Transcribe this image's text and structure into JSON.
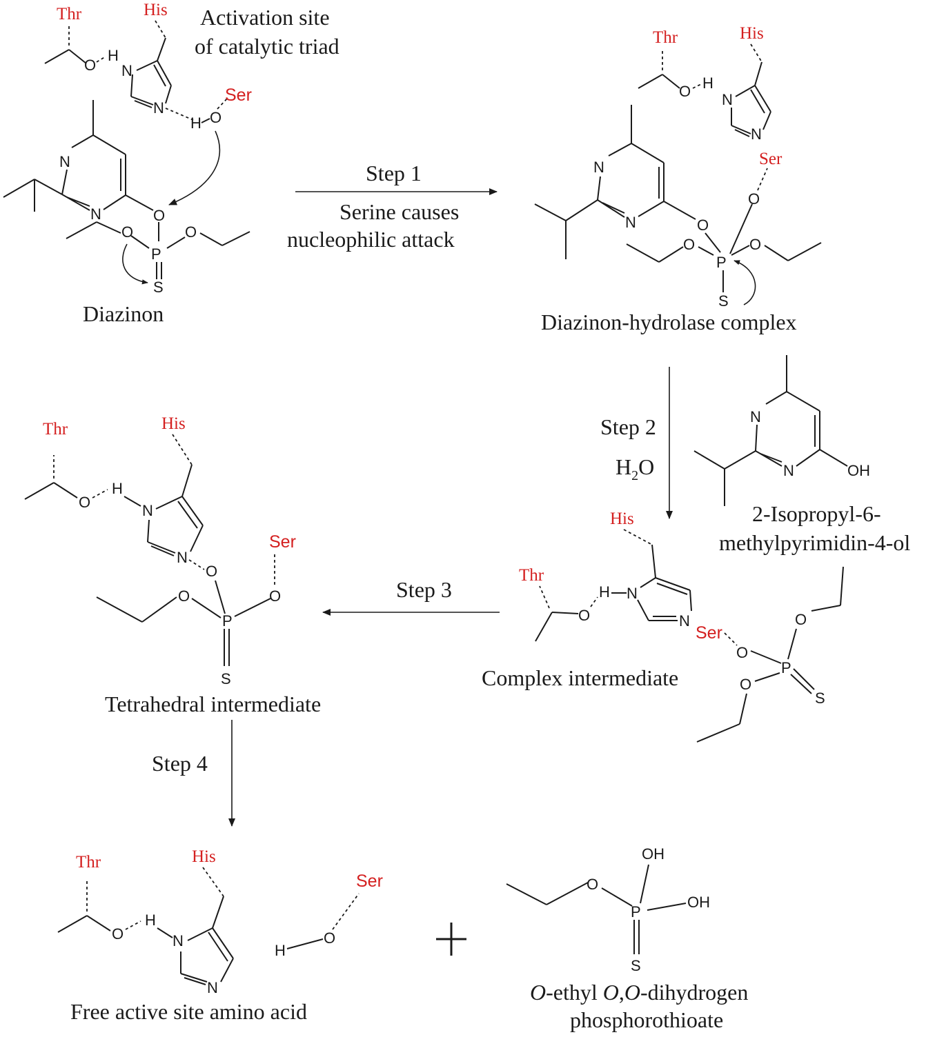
{
  "colors": {
    "residue": "#d42020",
    "ink": "#1a1a1a",
    "background": "#ffffff"
  },
  "residues": {
    "thr": "Thr",
    "his": "His",
    "ser": "Ser"
  },
  "atoms": {
    "n": "N",
    "o": "O",
    "h": "H",
    "p": "P",
    "s": "S",
    "oh": "OH"
  },
  "labels": {
    "activation_site_line1": "Activation site",
    "activation_site_line2": "of catalytic triad",
    "diazinon": "Diazinon",
    "diazinon_hydrolase_complex": "Diazinon-hydrolase complex",
    "pyrimidinol_line1": "2-Isopropyl-6-",
    "pyrimidinol_line2": "methylpyrimidin-4-ol",
    "complex_intermediate": "Complex intermediate",
    "tetrahedral_intermediate": "Tetrahedral intermediate",
    "free_active_site": "Free  active site amino acid",
    "product_line1_italic_a": "O",
    "product_line1_text_a": "-ethyl ",
    "product_line1_italic_b": "O",
    "product_line1_text_b": ",",
    "product_line1_italic_c": "O",
    "product_line1_text_c": "-dihydrogen",
    "product_line2": "phosphorothioate"
  },
  "steps": {
    "step1": "Step 1",
    "step1_note_line1": "Serine causes",
    "step1_note_line2": "nucleophilic attack",
    "step2": "Step 2",
    "step2_reagent_h": "H",
    "step2_reagent_sub": "2",
    "step2_reagent_o": "O",
    "step3": "Step 3",
    "step4": "Step 4"
  },
  "plus_sign": "+"
}
